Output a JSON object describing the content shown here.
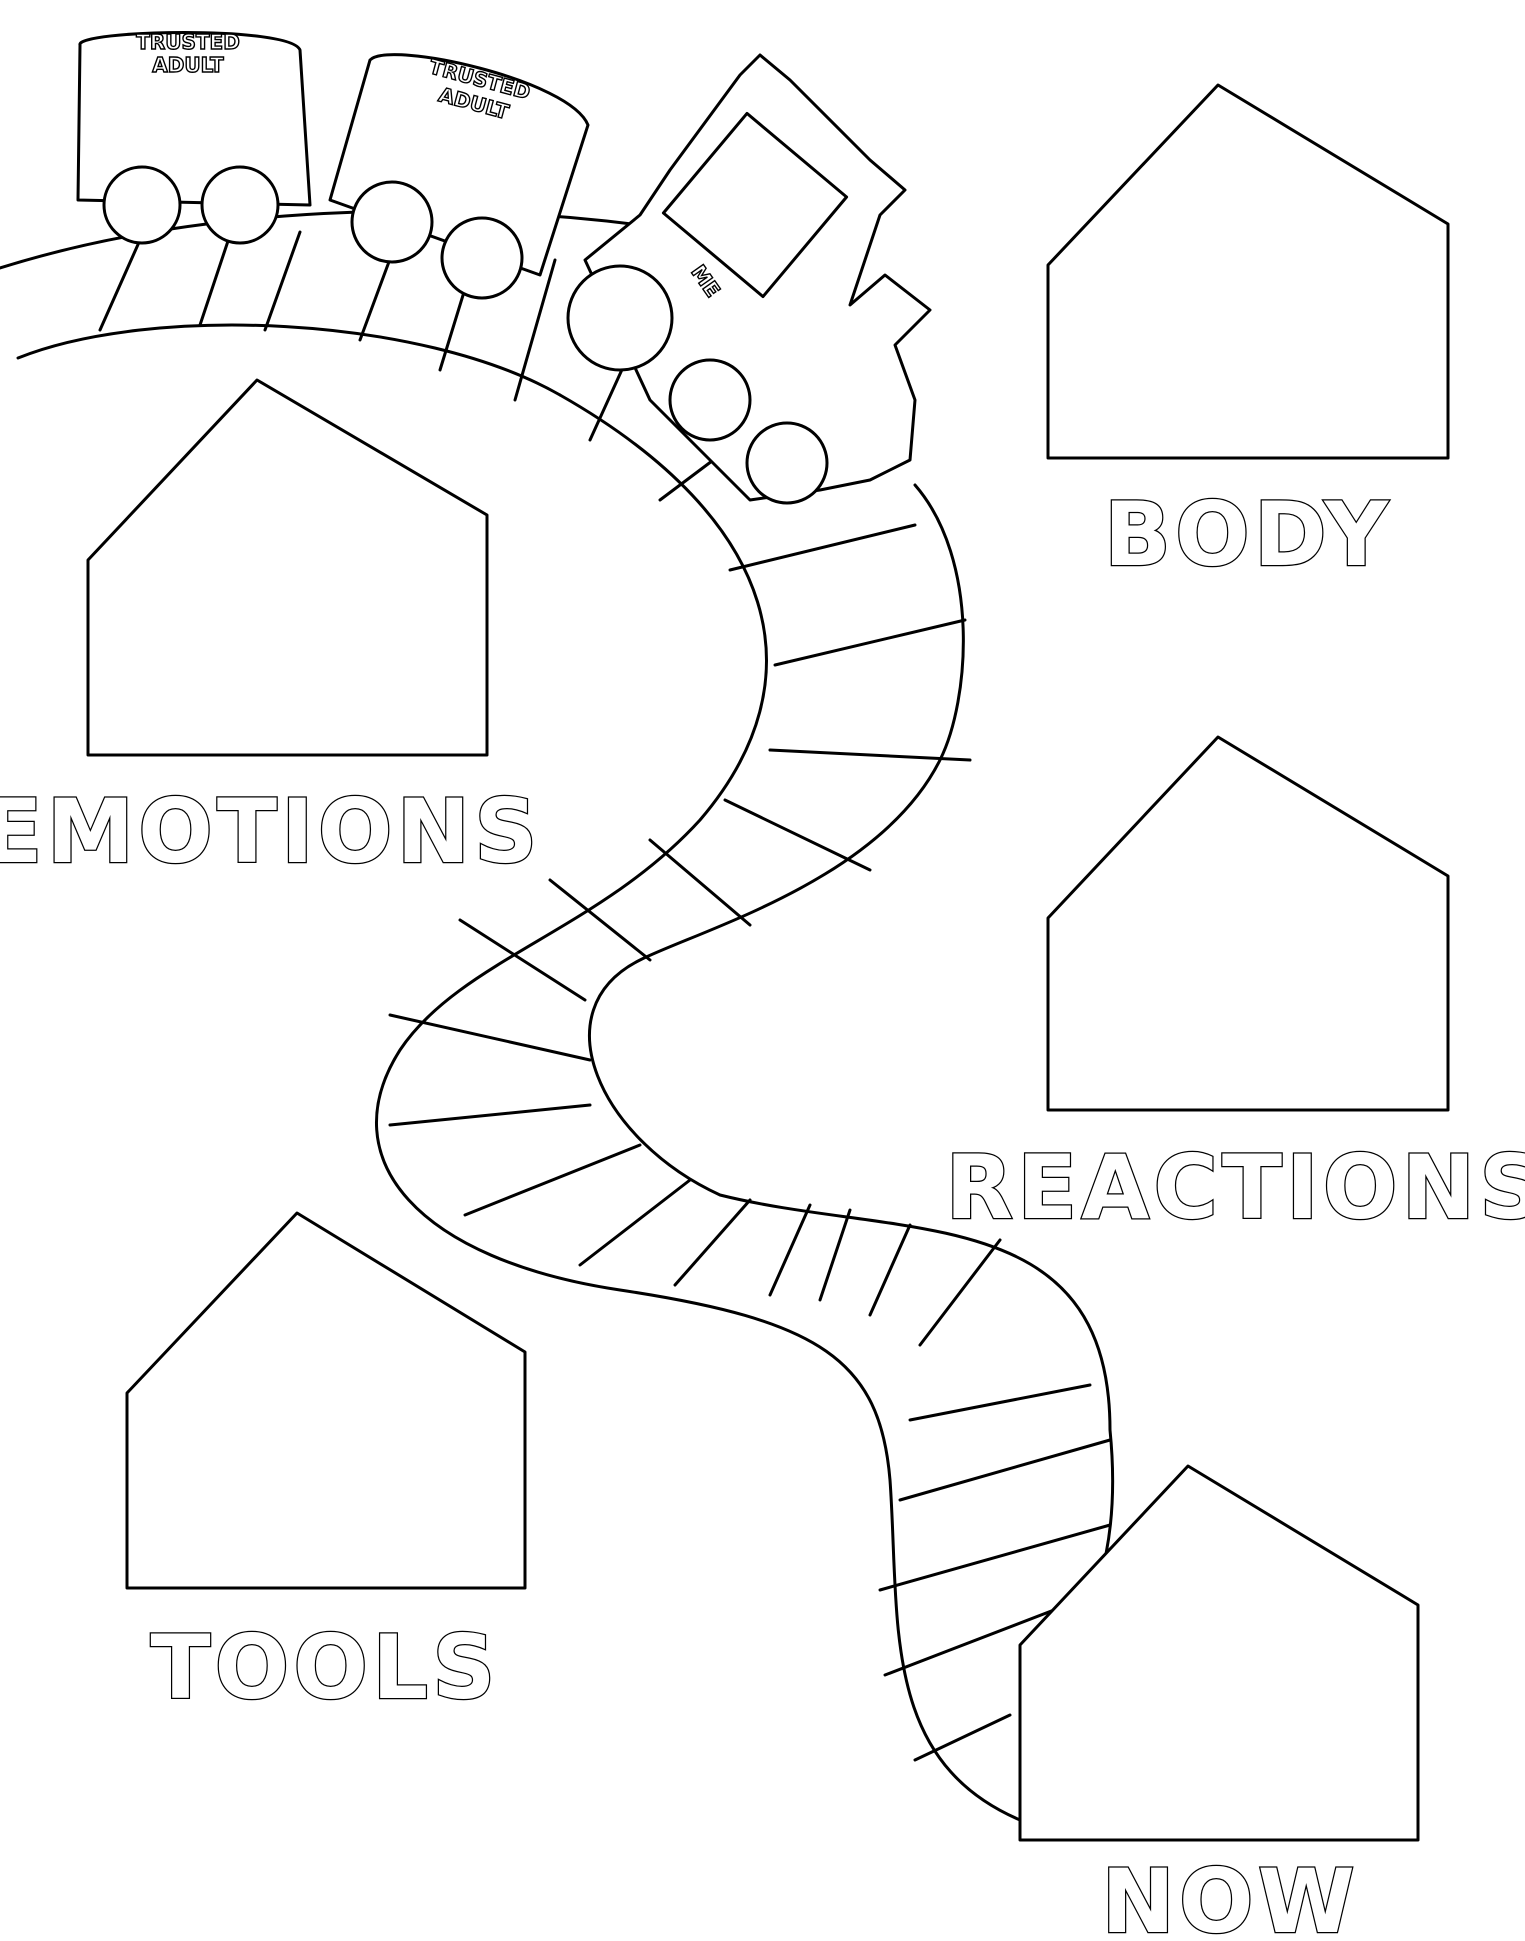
{
  "worksheet": {
    "labels": {
      "emotions": "EMOTIONS",
      "body": "BODY",
      "reactions": "REACTIONS",
      "tools": "TOOLS",
      "now": "NOW"
    },
    "train": {
      "car1_line1": "TRUSTED",
      "car1_line2": "ADULT",
      "car2_line1": "TRUSTED",
      "car2_line2": "ADULT",
      "engine_label": "ME"
    }
  }
}
